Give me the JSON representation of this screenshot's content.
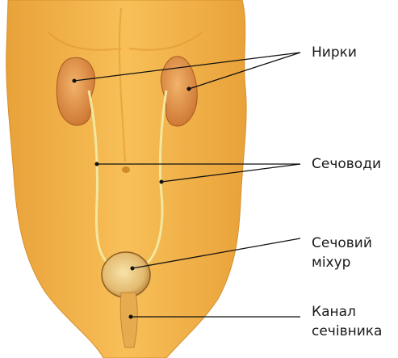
{
  "labels": {
    "kidneys": "Нирки",
    "ureters": "Сечоводи",
    "bladder": [
      "Сечовий",
      "міхур"
    ],
    "urethra": [
      "Канал",
      "сечівника"
    ]
  },
  "colors": {
    "skin": "#f6b64a",
    "skin_shadow": "#e39a2e",
    "kidney": "#d9843a",
    "ureter": "#f2e7a0",
    "bladder": "#e9c57c",
    "leader_line": "#111111"
  }
}
